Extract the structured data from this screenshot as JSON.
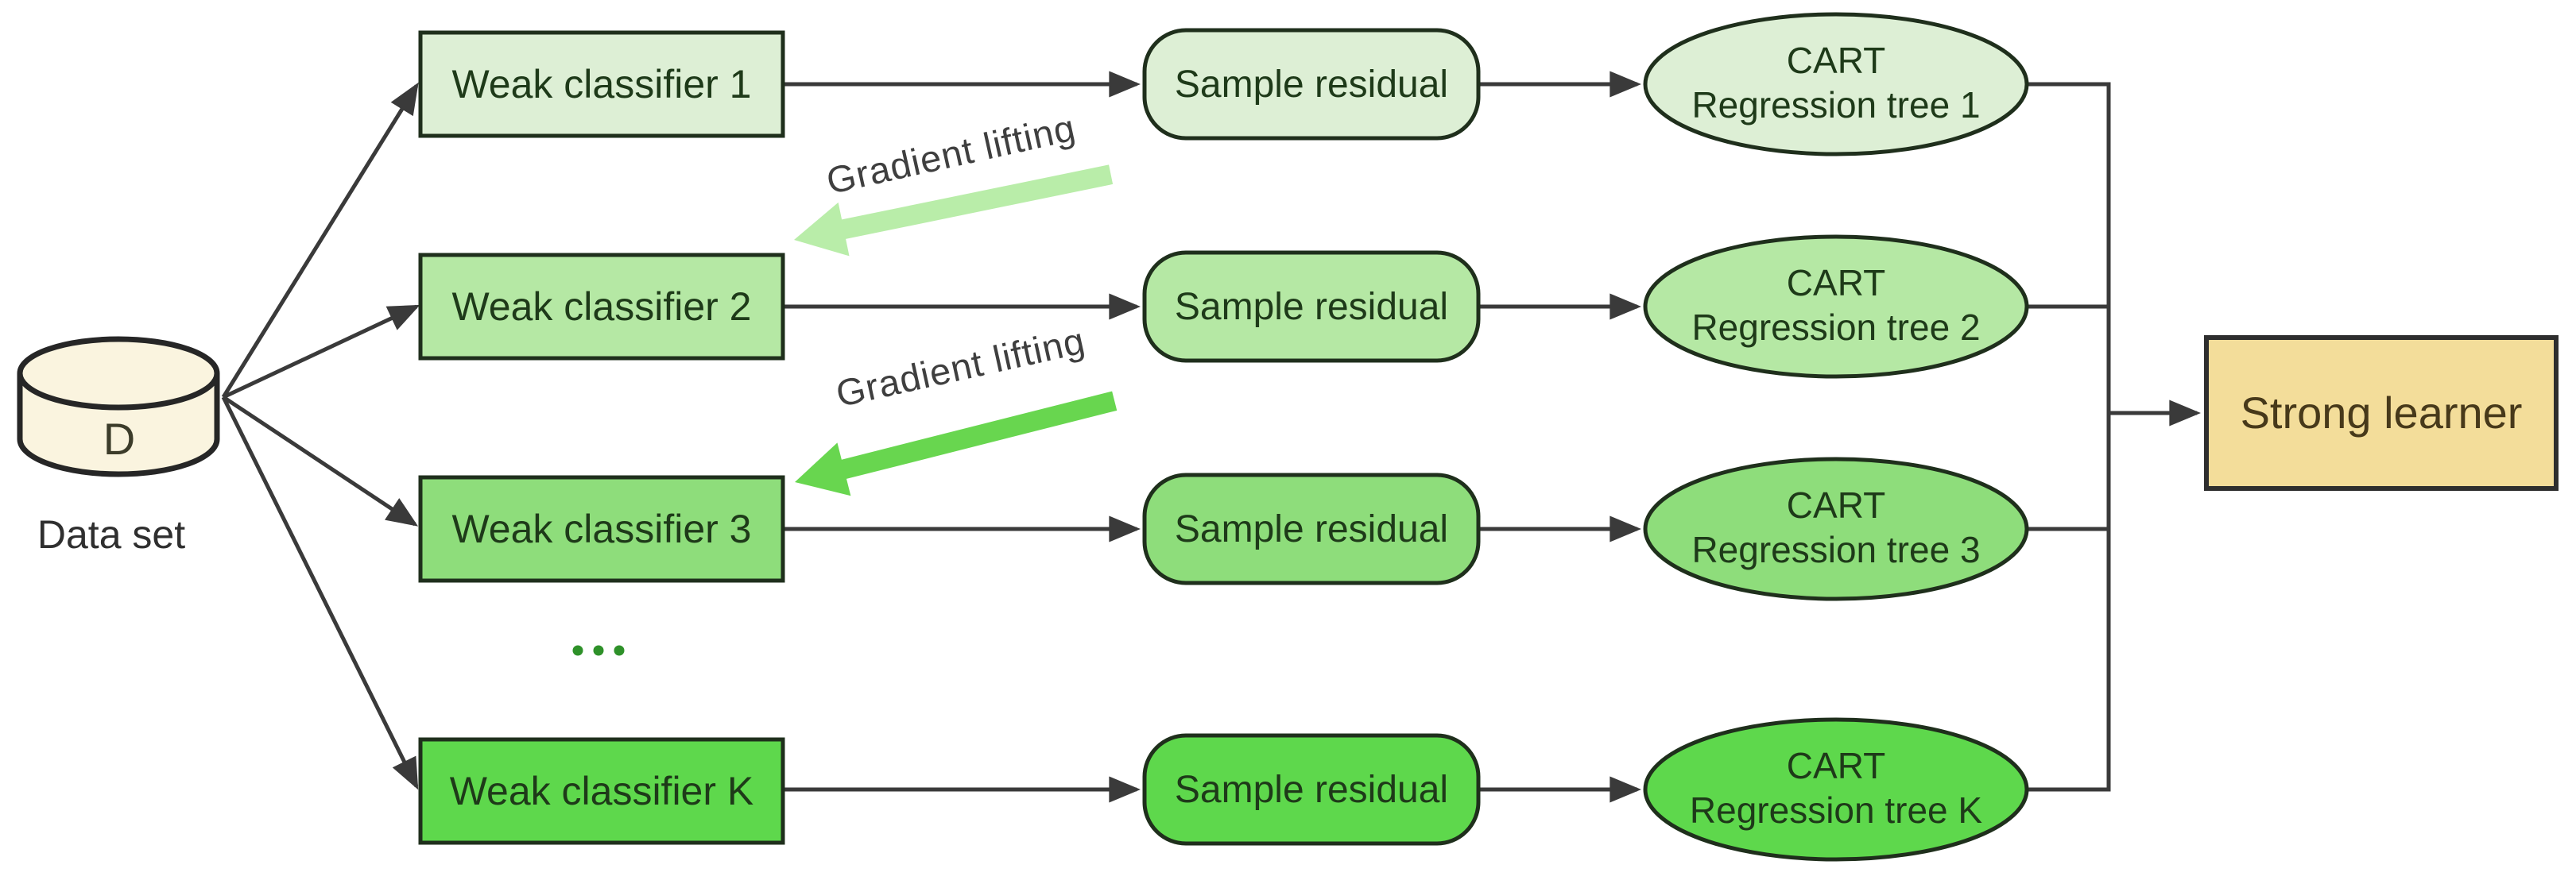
{
  "dataset": {
    "symbol": "D",
    "label": "Data set"
  },
  "rows": [
    {
      "id": "1",
      "classifier": "Weak classifier 1",
      "residual": "Sample residual",
      "tree_line1": "CART",
      "tree_line2": "Regression tree 1",
      "fill": "#ddefd5"
    },
    {
      "id": "2",
      "classifier": "Weak classifier 2",
      "residual": "Sample residual",
      "tree_line1": "CART",
      "tree_line2": "Regression tree 2",
      "fill": "#b5e8a4"
    },
    {
      "id": "3",
      "classifier": "Weak classifier 3",
      "residual": "Sample residual",
      "tree_line1": "CART",
      "tree_line2": "Regression tree 3",
      "fill": "#8edd7b"
    },
    {
      "id": "K",
      "classifier": "Weak classifier K",
      "residual": "Sample residual",
      "tree_line1": "CART",
      "tree_line2": "Regression tree K",
      "fill": "#5ed84c"
    }
  ],
  "gradient_links": [
    {
      "label": "Gradient lifting",
      "arrow_color": "#b9eda9"
    },
    {
      "label": "Gradient lifting",
      "arrow_color": "#68d64f"
    }
  ],
  "strong_learner": {
    "label": "Strong learner",
    "fill": "#f3dd9a"
  },
  "colors": {
    "background": "#ffffff",
    "node_border": "#1f2f1c",
    "node_text": "#1e3a19",
    "connector": "#3a3a3a",
    "cylinder_fill": "#faf4df",
    "cylinder_border": "#262626",
    "dataset_symbol_color": "#3c3c2a",
    "caption_color": "#2f2f2f",
    "label_color": "#3f3f3f",
    "dots": "#2e9129",
    "strong_border": "#2e2e2e",
    "strong_text": "#47391a"
  }
}
